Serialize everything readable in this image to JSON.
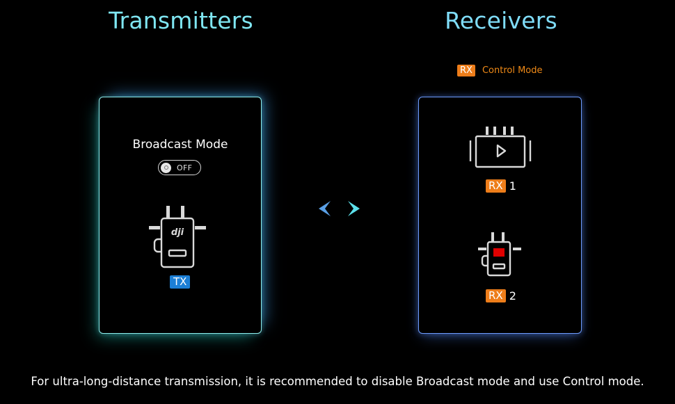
{
  "transmitters": {
    "title": "Transmitters",
    "broadcast_mode_label": "Broadcast Mode",
    "toggle_state": "OFF",
    "device_logo": "dji",
    "badge": "TX"
  },
  "receivers": {
    "title": "Receivers",
    "mode_badge": "RX",
    "mode_label": "Control Mode",
    "rx1": {
      "badge": "RX",
      "number": "1"
    },
    "rx2": {
      "badge": "RX",
      "number": "2"
    }
  },
  "navigation": {
    "left_icon": "chevron-left-icon",
    "right_icon": "chevron-right-icon"
  },
  "footer": {
    "note": "For ultra-long-distance transmission, it is recommended to disable Broadcast mode and use Control mode."
  },
  "colors": {
    "title_cyan": "#7fe6f2",
    "rx_orange": "#ed7d1a",
    "tx_blue": "#1c7fd6",
    "tx_panel_border": "#8ef0ef",
    "rx_panel_border": "#6e9dff",
    "rx2_indicator": "#e00000"
  }
}
